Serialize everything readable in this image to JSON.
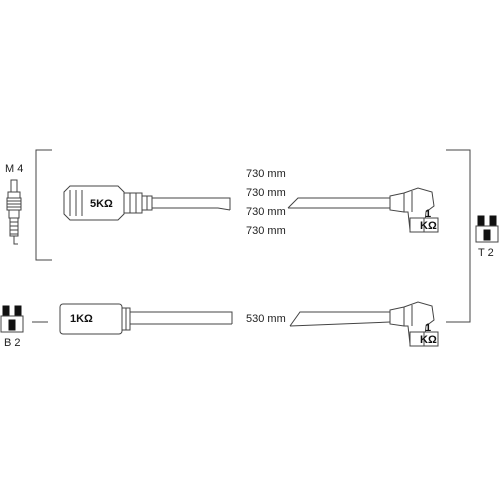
{
  "connectors": {
    "m4": "M 4",
    "t2": "T 2",
    "b2": "B 2"
  },
  "lengths": [
    "730 mm",
    "730 mm",
    "730 mm",
    "730 mm",
    "530 mm"
  ],
  "resistors": {
    "plug_top": "5KΩ",
    "plug_bottom": "1KΩ",
    "boot_top_num": "1",
    "boot_top_unit": "KΩ",
    "boot_bottom_num": "1",
    "boot_bottom_unit": "KΩ"
  }
}
